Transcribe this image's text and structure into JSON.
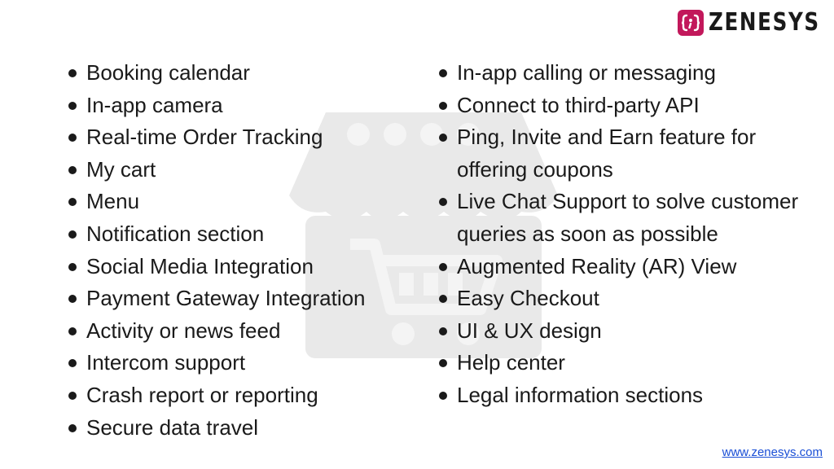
{
  "brand": {
    "name": "ZENESYS",
    "accent": "#c2185b"
  },
  "left_list": [
    "Booking calendar",
    "In-app camera",
    "Real-time Order Tracking",
    "My cart",
    "Menu",
    "Notification section",
    "Social Media Integration",
    "Payment Gateway Integration",
    "Activity or news feed",
    "Intercom support",
    "Crash report or reporting",
    "Secure data travel"
  ],
  "right_list": [
    "In-app calling or messaging",
    "Connect to third-party API",
    "Ping, Invite and Earn feature for offering coupons",
    "Live Chat Support to solve customer queries as soon as possible",
    "Augmented Reality (AR) View",
    "Easy Checkout",
    "UI & UX design",
    "Help center",
    "Legal information sections"
  ],
  "footer": {
    "link": "www.zenesys.com"
  },
  "colors": {
    "text": "#1a1a1a",
    "link": "#1a4fd6",
    "watermark": "#e6e6e6"
  }
}
